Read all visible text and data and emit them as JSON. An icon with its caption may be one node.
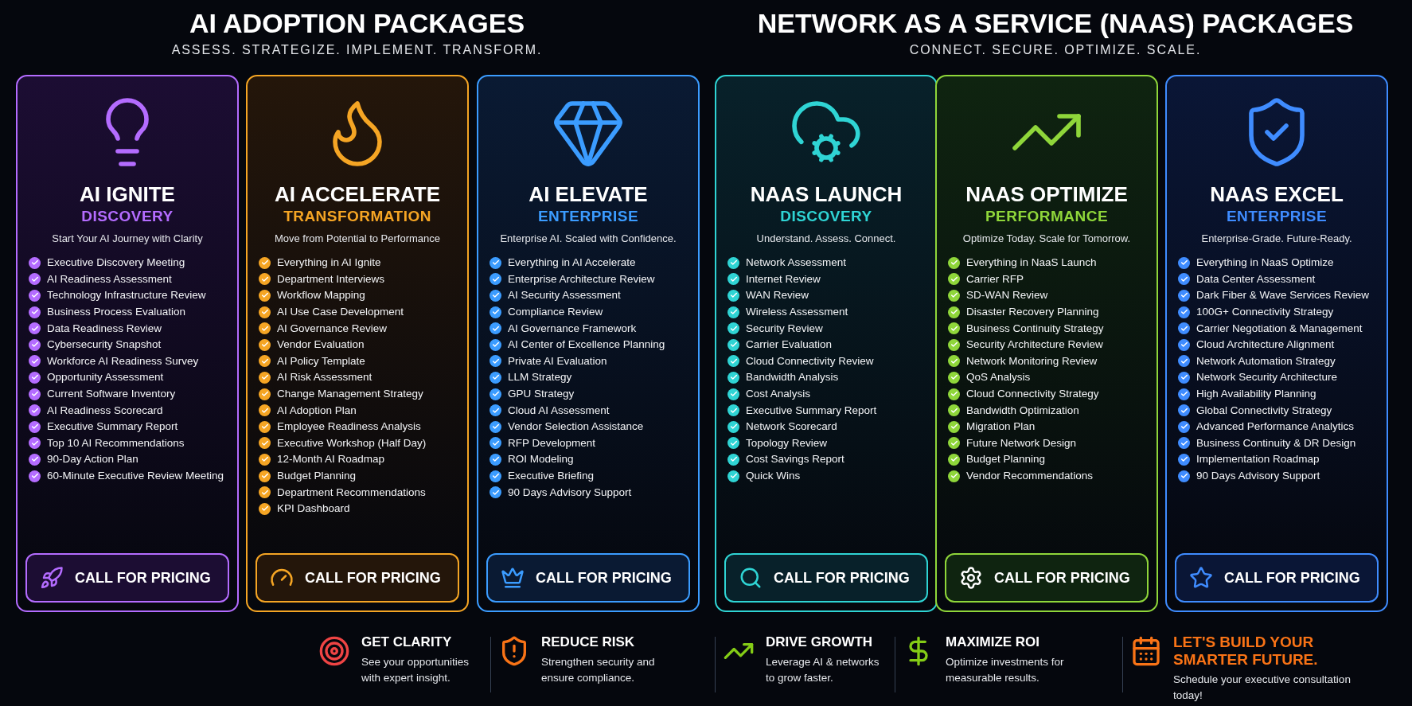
{
  "diagram": {
    "nodes": [
      {
        "text": [
          "AI IGNITE",
          "DISCOVERY",
          "Start Your AI Journey with Clarity",
          "Executive Discovery Meeting",
          "AI Readiness Assessment",
          "Technology Infrastructure Review",
          "Business Process Evaluation",
          "Data Readiness Review",
          "Cybersecurity Snapshot",
          "Workforce AI Readiness Survey",
          "Opportunity Assessment",
          "Current Software Inventory",
          "AI Readiness Scorecard",
          "Executive Summary Report",
          "Top 10 AI Recommendations",
          "90-Day Action Plan",
          "60-Minute Executive Review Meeting"
        ]
      },
      {
        "text": [
          "CALL FOR PRICING"
        ],
        "in": 0
      },
      {
        "text": [
          "AI ACCELERATE",
          "TRANSFORMATION",
          "Move from Potential to Performance",
          "Everything in AI Ignite",
          "Department Interviews",
          "Workflow Mapping",
          "AI Use Case Development",
          "AI Governance Review",
          "Vendor Evaluation",
          "AI Policy Template",
          "AI Risk Assessment",
          "Change Management Strategy",
          "AI Adoption Plan",
          "Employee Readiness Analysis",
          "Executive Workshop (Half Day)",
          "12-Month AI Roadmap",
          "Budget Planning",
          "Department Recommendations",
          "KPI Dashboard"
        ]
      },
      {
        "text": [
          "CALL FOR PRICING"
        ],
        "in": 2
      },
      {
        "text": [
          "AI ELEVATE",
          "ENTERPRISE",
          "Enterprise AI. Scaled with Confidence.",
          "Everything in AI Accelerate",
          "Enterprise Architecture Review",
          "AI Security Assessment",
          "Compliance Review",
          "AI Governance Framework",
          "AI Center of Excellence Planning",
          "Private AI Evaluation",
          "LLM Strategy",
          "GPU Strategy",
          "Cloud AI Assessment",
          "Vendor Selection Assistance",
          "RFP Development",
          "ROI Modeling",
          "Executive Briefing",
          "90 Days Advisory Support"
        ]
      },
      {
        "text": [
          "CALL FOR PRICING"
        ],
        "in": 4
      },
      {
        "text": [
          "NAAS LAUNCH",
          "DISCOVERY",
          "Understand. Assess. Connect.",
          "Network Assessment",
          "Internet Review",
          "WAN Review",
          "Wireless Assessment",
          "Security Review",
          "Carrier Evaluation",
          "Cloud Connectivity Review",
          "Bandwidth Analysis",
          "Cost Analysis",
          "Executive Summary Report",
          "Network Scorecard",
          "Topology Review",
          "Cost Savings Report",
          "Quick Wins"
        ]
      },
      {
        "text": [
          "CALL FOR PRICING"
        ],
        "in": 6
      },
      {
        "text": [
          "NAAS OPTIMIZE",
          "PERFORMANCE",
          "Optimize Today. Scale for Tomorrow.",
          "Everything in NaaS Launch",
          "Carrier RFP",
          "SD-WAN Review",
          "Disaster Recovery Planning",
          "Business Continuity Strategy",
          "Security Architecture Review",
          "Network Monitoring Review",
          "QoS Analysis",
          "Cloud Connectivity Strategy",
          "Bandwidth Optimization",
          "Migration Plan",
          "Future Network Design",
          "Budget Planning",
          "Vendor Recommendations"
        ]
      },
      {
        "text": [
          "CALL FOR PRICING"
        ],
        "in": 8
      },
      {
        "text": [
          "NAAS EXCEL",
          "ENTERPRISE",
          "Enterprise-Grade. Future-Ready.",
          "Everything in NaaS Optimize",
          "Data Center Assessment",
          "Dark Fiber & Wave Services Review",
          "100G+ Connectivity Strategy",
          "Carrier Negotiation & Management",
          "Cloud Architecture Alignment",
          "Network Automation Strategy",
          "Network Security Architecture",
          "High Availability Planning",
          "Global Connectivity Strategy",
          "Advanced Performance Analytics",
          "Business Continuity & DR Design",
          "Implementation Roadmap",
          "90 Days Advisory Support"
        ]
      },
      {
        "text": [
          "CALL FOR PRICING"
        ],
        "in": 10
      }
    ],
    "labels": [
      "AI ADOPTION PACKAGES",
      "ASSESS. STRATEGIZE. IMPLEMENT. TRANSFORM.",
      "NETWORK AS A SERVICE (NAAS) PACKAGES",
      "CONNECT. SECURE. OPTIMIZE. SCALE.",
      "GET CLARITY",
      "See your opportunities with expert insight.",
      "REDUCE RISK",
      "Strengthen security and ensure compliance.",
      "DRIVE GROWTH",
      "Leverage AI & networks to grow faster.",
      "MAXIMIZE ROI",
      "Optimize investments for measurable results.",
      "LET'S BUILD YOUR SMARTER FUTURE.",
      "Schedule your executive consultation today!"
    ]
  }
}
